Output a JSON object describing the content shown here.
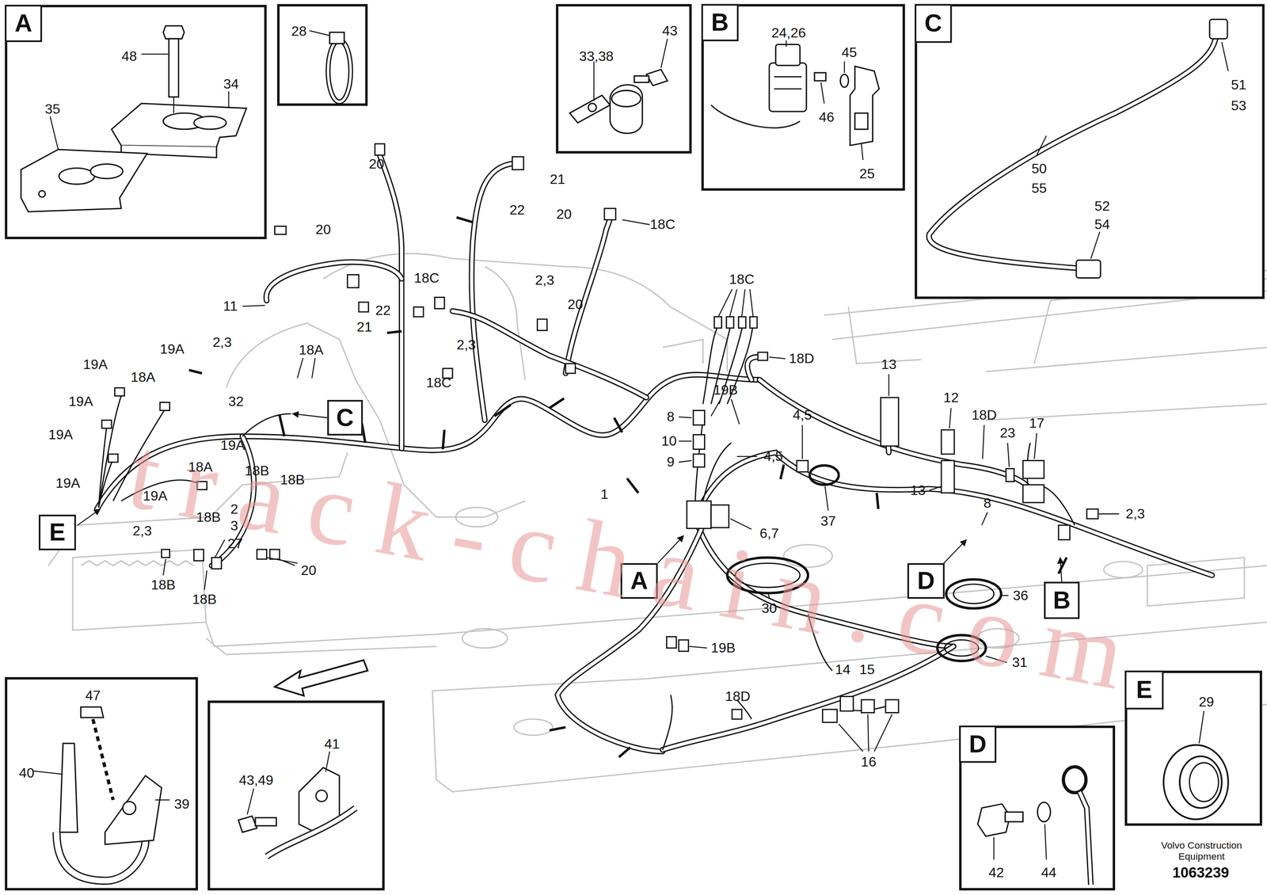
{
  "diagram": {
    "nodes": [
      {
        "text": [
          "48",
          "34",
          "35"
        ]
      },
      {
        "text": [
          "A"
        ],
        "in": 0
      },
      {
        "text": [
          "28"
        ]
      },
      {
        "text": [
          "33,38",
          "43"
        ]
      },
      {
        "text": [
          "24,26",
          "45",
          "46",
          "25"
        ]
      },
      {
        "text": [
          "B"
        ],
        "in": 4
      },
      {
        "text": [
          "51",
          "53",
          "50",
          "55",
          "52",
          "54"
        ]
      },
      {
        "text": [
          "C"
        ],
        "in": 6
      },
      {
        "text": [
          "C"
        ]
      },
      {
        "text": [
          "E"
        ]
      },
      {
        "text": [
          "A"
        ]
      },
      {
        "text": [
          "D"
        ]
      },
      {
        "text": [
          "B"
        ]
      },
      {
        "text": [
          "29"
        ]
      },
      {
        "text": [
          "E"
        ],
        "in": 13
      },
      {
        "text": [
          "47",
          "40",
          "39"
        ]
      },
      {
        "text": [
          "43,49",
          "41"
        ]
      },
      {
        "text": [
          "42",
          "44"
        ]
      },
      {
        "text": [
          "D"
        ],
        "in": 17
      }
    ],
    "labels": [
      "20",
      "21",
      "22",
      "20",
      "20",
      "18C",
      "11",
      "22",
      "21",
      "18C",
      "2,3",
      "20",
      "18C",
      "2,3",
      "18A",
      "2,3",
      "18C",
      "18D",
      "19A",
      "19A",
      "18A",
      "19B",
      "13",
      "19A",
      "32",
      "8",
      "12",
      "18D",
      "23",
      "17",
      "10",
      "4,5",
      "19A",
      "19A",
      "9",
      "4,5",
      "19A",
      "18A",
      "18B",
      "18B",
      "19A",
      "1",
      "13",
      "37",
      "18B",
      "2",
      "3",
      "27",
      "2,3",
      "6,7",
      "8",
      "2,3",
      "20",
      "18B",
      "18B",
      "36",
      "30",
      "19B",
      "31",
      "14",
      "15",
      "18D",
      "16",
      "Volvo Construction Equipment",
      "1063239",
      "track-chain.com"
    ]
  }
}
